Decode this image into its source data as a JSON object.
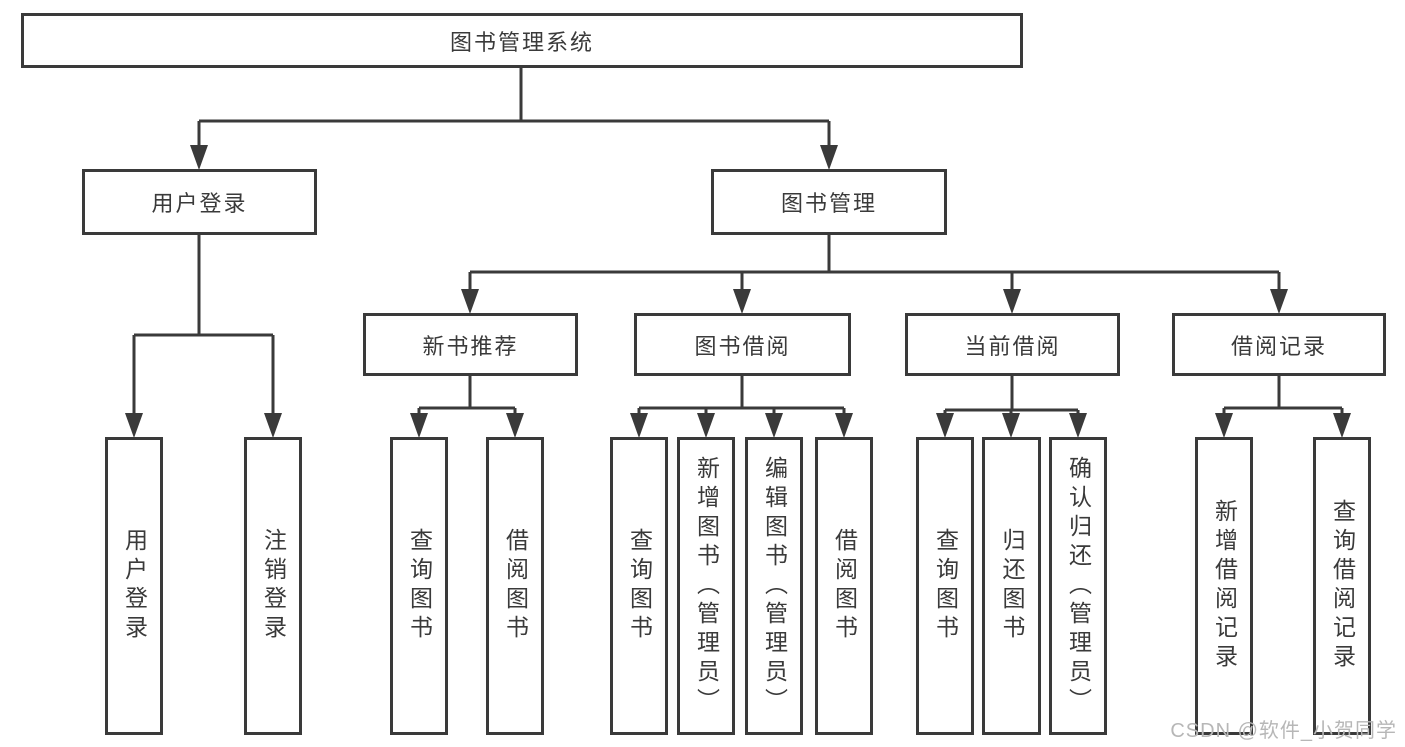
{
  "diagram": {
    "root": {
      "label": "图书管理系统"
    },
    "level2": [
      {
        "id": "user-login",
        "label": "用户登录"
      },
      {
        "id": "book-management",
        "label": "图书管理"
      }
    ],
    "level3": [
      {
        "id": "new-book-recommend",
        "parent": "book-management",
        "label": "新书推荐"
      },
      {
        "id": "book-borrow",
        "parent": "book-management",
        "label": "图书借阅"
      },
      {
        "id": "current-borrow",
        "parent": "book-management",
        "label": "当前借阅"
      },
      {
        "id": "borrow-record",
        "parent": "book-management",
        "label": "借阅记录"
      }
    ],
    "leaves": [
      {
        "parent": "user-login",
        "label": "用户登录"
      },
      {
        "parent": "user-login",
        "label": "注销登录"
      },
      {
        "parent": "new-book-recommend",
        "label": "查询图书"
      },
      {
        "parent": "new-book-recommend",
        "label": "借阅图书"
      },
      {
        "parent": "book-borrow",
        "label": "查询图书"
      },
      {
        "parent": "book-borrow",
        "label": "新增图书（管理员）"
      },
      {
        "parent": "book-borrow",
        "label": "编辑图书（管理员）"
      },
      {
        "parent": "book-borrow",
        "label": "借阅图书"
      },
      {
        "parent": "current-borrow",
        "label": "查询图书"
      },
      {
        "parent": "current-borrow",
        "label": "归还图书"
      },
      {
        "parent": "current-borrow",
        "label": "确认归还（管理员）"
      },
      {
        "parent": "borrow-record",
        "label": "新增借阅记录"
      },
      {
        "parent": "borrow-record",
        "label": "查询借阅记录"
      }
    ]
  },
  "watermark": {
    "text": "CSDN @软件_小贺同学"
  },
  "colors": {
    "line": "#3a3a3a",
    "text": "#3a3a3a",
    "watermark_text": "#b7b7b7",
    "background": "#ffffff"
  }
}
